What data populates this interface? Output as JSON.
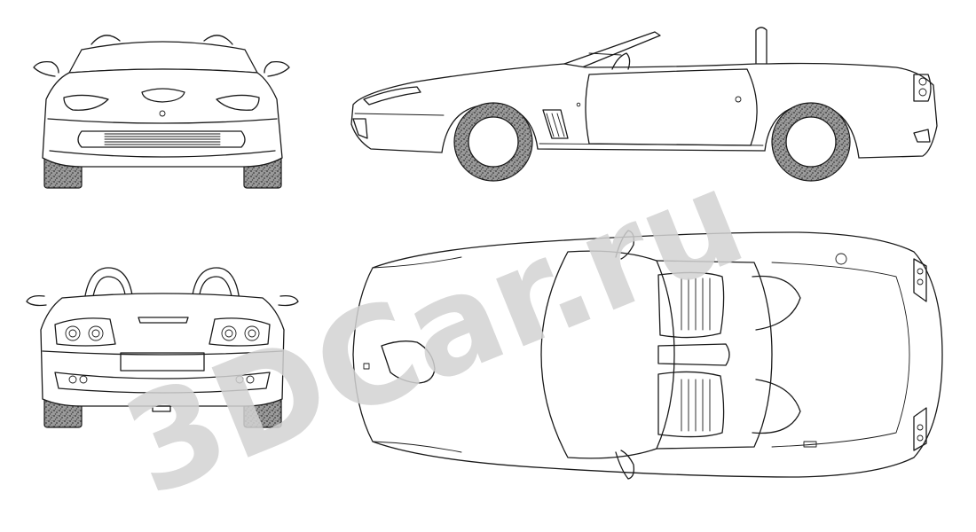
{
  "watermark": {
    "text": "3DCar.ru",
    "color": "#d3d3d3"
  },
  "views": [
    "front-view",
    "side-view",
    "rear-view",
    "top-view"
  ],
  "colors": {
    "line": "#1a1a1a",
    "background": "#ffffff",
    "tire": "#555555"
  }
}
